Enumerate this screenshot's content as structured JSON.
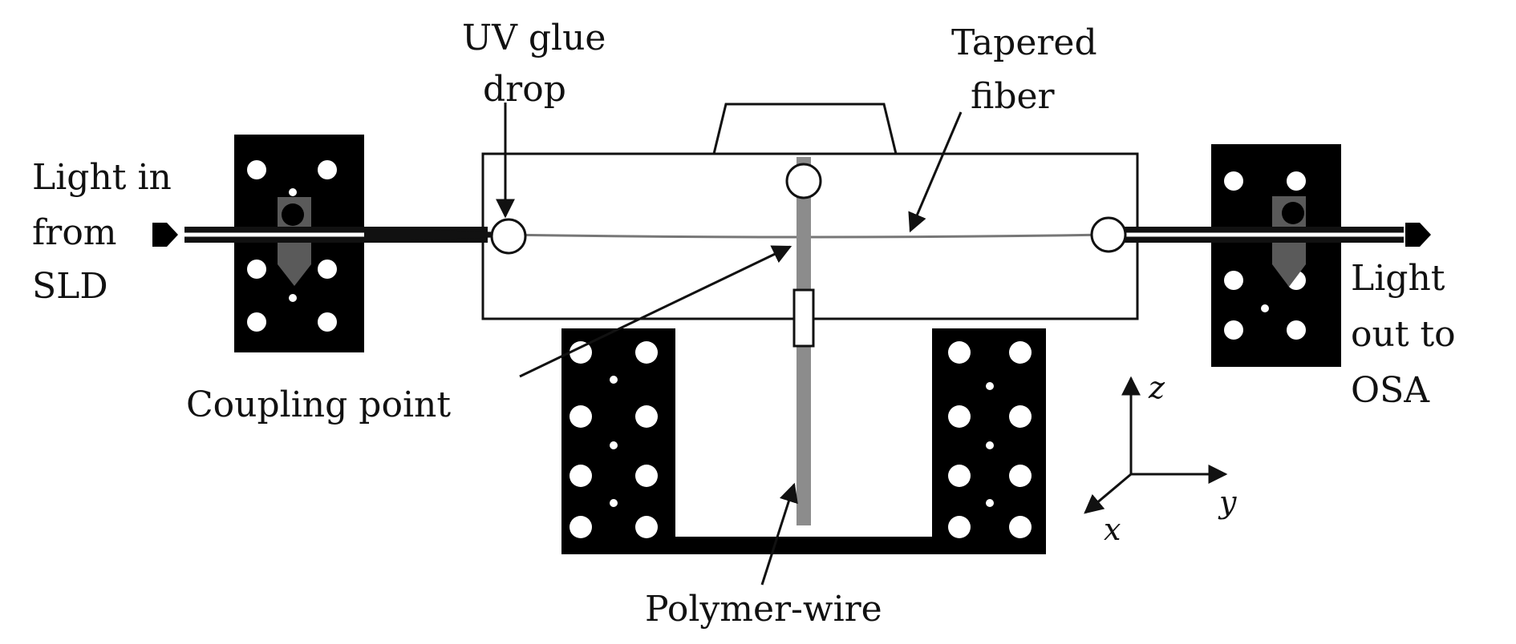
{
  "labels": {
    "light_in": [
      "Light in",
      "from",
      "SLD"
    ],
    "uv_glue": [
      "UV glue",
      "drop"
    ],
    "tapered": [
      "Tapered",
      "fiber"
    ],
    "light_out": [
      "Light",
      "out to",
      "OSA"
    ],
    "coupling": "Coupling point",
    "polymer": "Polymer-wire"
  },
  "axes": {
    "z": "z",
    "y": "y",
    "x": "x"
  },
  "colors": {
    "ink": "#111111",
    "block": "#000000",
    "wire": "#8c8c8c",
    "holder": "#5a5a5a",
    "hole": "#ffffff"
  }
}
